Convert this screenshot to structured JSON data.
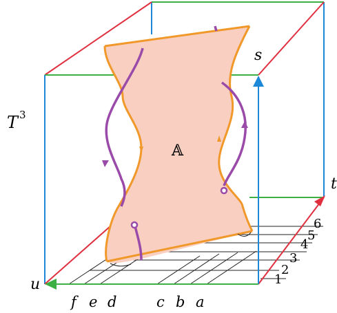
{
  "labels": {
    "torus": "T",
    "torus_exp": "3",
    "annulus": "𝔸",
    "s": "s",
    "t": "t",
    "u": "u"
  },
  "left_letters": [
    "f",
    "e",
    "d",
    "c",
    "b",
    "a"
  ],
  "right_numbers": [
    "1",
    "2",
    "3",
    "4",
    "5",
    "6"
  ],
  "colors": {
    "red_edge": "#e03040",
    "green_edge": "#3cb043",
    "blue_edge": "#1e88d8",
    "annulus_fill": "#f8cfc0",
    "annulus_edge": "#f0982a",
    "curve": "#9a4aa8",
    "grid": "#222222"
  }
}
